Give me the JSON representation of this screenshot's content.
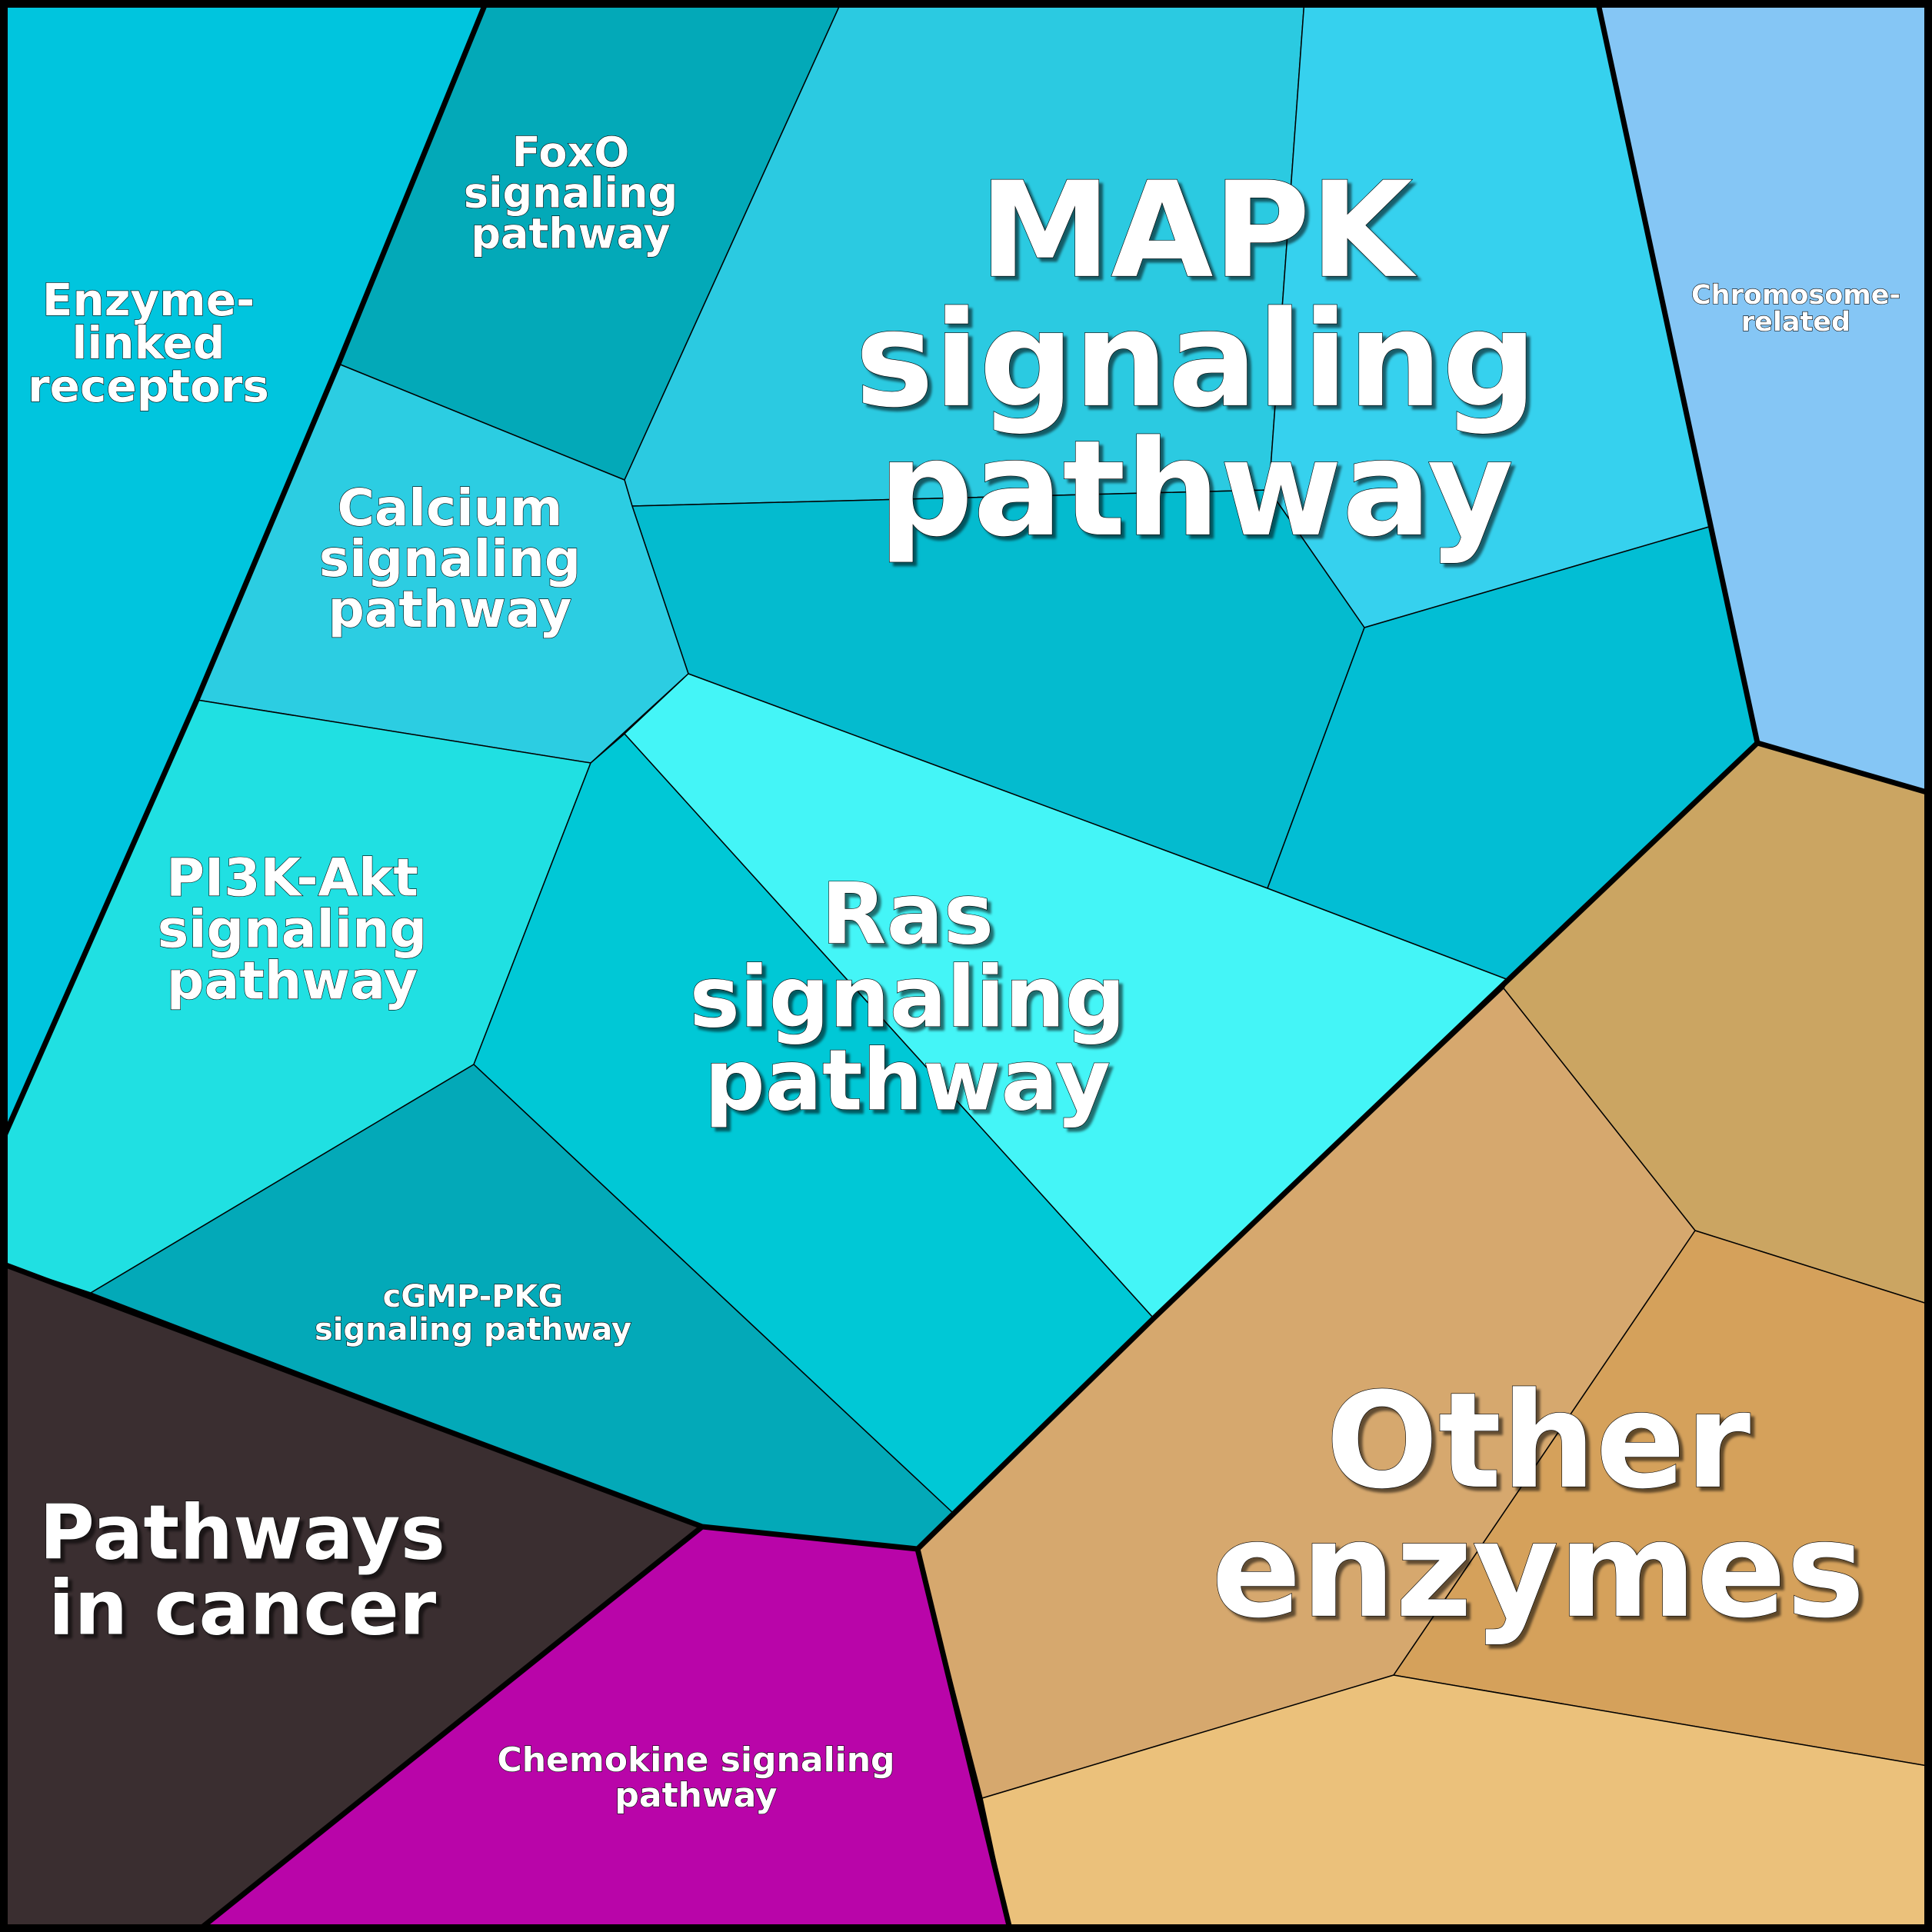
{
  "title": "",
  "regions": [
    {
      "key": "enzyme_linked",
      "label_lines": [
        "Enzyme-",
        "linked",
        "receptors"
      ],
      "color": "#00c5de"
    },
    {
      "key": "foxo",
      "label_lines": [
        "FoxO",
        "signaling",
        "pathway"
      ],
      "color": "#03a9b8"
    },
    {
      "key": "mapk_top",
      "label_lines": [],
      "color": "#2bcae1"
    },
    {
      "key": "mapk_right_top",
      "label_lines": [],
      "color": "#36d1ee"
    },
    {
      "key": "mapk_mid",
      "label_lines": [],
      "color": "#04bbcf"
    },
    {
      "key": "mapk_right_bottom",
      "label_lines": [],
      "color": "#02bed4"
    },
    {
      "key": "mapk_label",
      "label_lines": [
        "MAPK",
        "signaling",
        "pathway"
      ],
      "color": ""
    },
    {
      "key": "chromosome",
      "label_lines": [
        "Chromosome-",
        "related"
      ],
      "color": "#85c6f5"
    },
    {
      "key": "calcium",
      "label_lines": [
        "Calcium",
        "signaling",
        "pathway"
      ],
      "color": "#2ccde2"
    },
    {
      "key": "pi3k",
      "label_lines": [
        "PI3K-Akt",
        "signaling",
        "pathway"
      ],
      "color": "#20e0e2"
    },
    {
      "key": "ras_left",
      "label_lines": [],
      "color": "#00c8d6"
    },
    {
      "key": "ras_right",
      "label_lines": [],
      "color": "#44f5f7"
    },
    {
      "key": "ras_label",
      "label_lines": [
        "Ras",
        "signaling",
        "pathway"
      ],
      "color": ""
    },
    {
      "key": "cgmp",
      "label_lines": [
        "cGMP-PKG",
        "signaling pathway"
      ],
      "color": "#03a9b8"
    },
    {
      "key": "cancer",
      "label_lines": [
        "Pathways",
        "in cancer"
      ],
      "color": "#3a2e30"
    },
    {
      "key": "chemokine",
      "label_lines": [
        "Chemokine signaling",
        "pathway"
      ],
      "color": "#b905a9"
    },
    {
      "key": "other_a",
      "label_lines": [],
      "color": "#cba562"
    },
    {
      "key": "other_b",
      "label_lines": [],
      "color": "#d6a86e"
    },
    {
      "key": "other_c",
      "label_lines": [],
      "color": "#d5a15b"
    },
    {
      "key": "other_d",
      "label_lines": [],
      "color": "#ebc17b"
    },
    {
      "key": "other_label",
      "label_lines": [
        "Other",
        "enzymes"
      ],
      "color": ""
    }
  ],
  "border_color": "#000000"
}
